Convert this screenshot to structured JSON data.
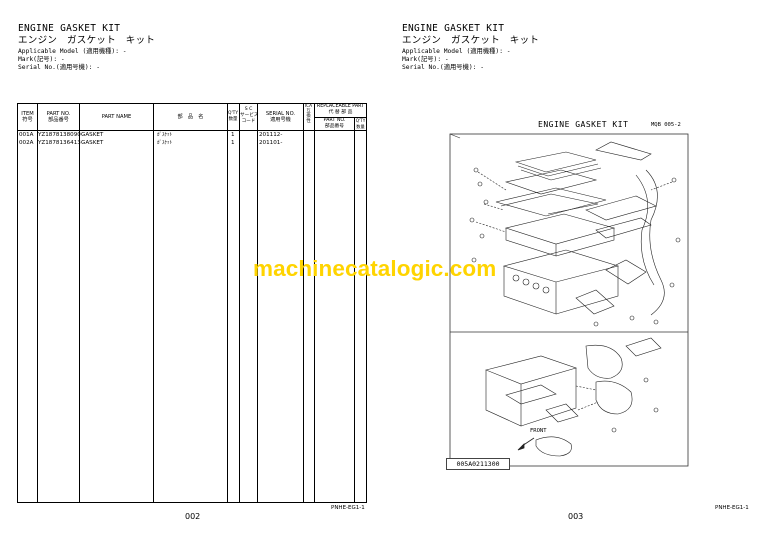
{
  "left_page": {
    "title_en": "ENGINE GASKET KIT",
    "title_jp": "エンジン　ガスケット　キット",
    "applicable_model": "Applicable Model (適用機種): -",
    "mark": "Mark(記号): -",
    "serial_no": "Serial No.(適用号機): -",
    "table_headers": {
      "item": "ITEM\n符号",
      "part_no": "PART NO.\n部品番号",
      "part_name": "PART NAME",
      "jp_name": "部　品　名",
      "qty": "Q'TY\n数量",
      "sc": "S C\nサービス\nコード",
      "serial": "SERIAL NO.\n適用号機",
      "ica": "ICA\n互\n換\n性",
      "replaceable": "REPLACEABLE PART\n代 替 部 品",
      "rep_part_no": "PART NO.\n部品番号",
      "rep_qty": "Q'TY\n数量"
    },
    "rows": [
      {
        "item": "001A",
        "part_no": "YZ1878138090",
        "part_name": "GASKET",
        "jp_name": "ｶﾞｽｹｯﾄ",
        "qty": "1",
        "serial": "201112-"
      },
      {
        "item": "002A",
        "part_no": "YZ1878136413",
        "part_name": "GASKET",
        "jp_name": "ｶﾞｽｹｯﾄ",
        "qty": "1",
        "serial": "201101-"
      }
    ],
    "page_number": "002",
    "footer_code": "PNHE-EG1-1"
  },
  "right_page": {
    "title_en": "ENGINE GASKET KIT",
    "title_jp": "エンジン　ガスケット　キット",
    "applicable_model": "Applicable Model (適用機種): -",
    "mark": "Mark(記号): -",
    "serial_no": "Serial No.(適用号機): -",
    "diagram_title": "ENGINE GASKET KIT",
    "diagram_ref": "MQB 005-2",
    "front_label": "FRONT",
    "drawing_no": "005A0211300",
    "page_number": "003",
    "footer_code": "PNHE-EG1-1"
  },
  "watermark": "machinecatalogic.com"
}
